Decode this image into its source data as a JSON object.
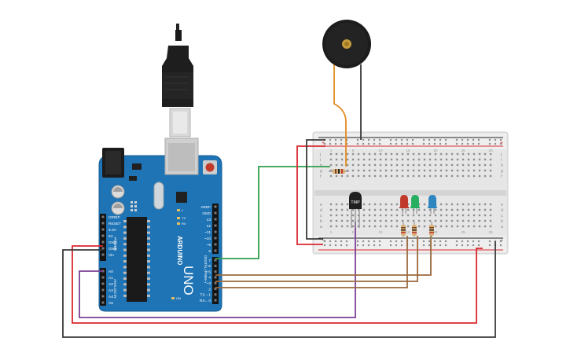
{
  "arduino": {
    "brand": "ARDUINO",
    "model": "UNO",
    "header_power": "POWER",
    "header_analog": "ANALOG IN",
    "header_digital": "DIGITAL (PWM~)",
    "pins_power": [
      "IOREF",
      "RESET",
      "3.3V",
      "5V",
      "GND",
      "GND",
      "Vin"
    ],
    "pins_analog": [
      "A0",
      "A1",
      "A2",
      "A3",
      "A4",
      "A5"
    ],
    "pins_top": [
      "AREF",
      "GND",
      "13",
      "12",
      "~11",
      "~10",
      "~9",
      "8"
    ],
    "pins_digital": [
      "7",
      "~6",
      "~5",
      "4",
      "~3",
      "2",
      "TX→1",
      "RX←0"
    ],
    "led_labels": [
      "L",
      "TX",
      "RX",
      "ON"
    ]
  },
  "breadboard": {
    "row_letters_top": [
      "j",
      "i",
      "h",
      "g",
      "f"
    ],
    "row_letters_bottom": [
      "e",
      "d",
      "c",
      "b",
      "a"
    ],
    "column_numbers": [
      "1",
      "5",
      "10",
      "15",
      "20",
      "25",
      "30"
    ]
  },
  "components": {
    "sensor_label": "TMP",
    "led_colors": [
      "#c0392b",
      "#27ae60",
      "#2e86c1"
    ]
  },
  "colors": {
    "board_blue": "#1f74b5",
    "wire_red": "#d9282f",
    "wire_black": "#3a3a3a",
    "wire_green": "#2e9e4a",
    "wire_brown": "#9b6a3d",
    "wire_purple": "#7b3f98",
    "wire_orange": "#e28a1f"
  }
}
